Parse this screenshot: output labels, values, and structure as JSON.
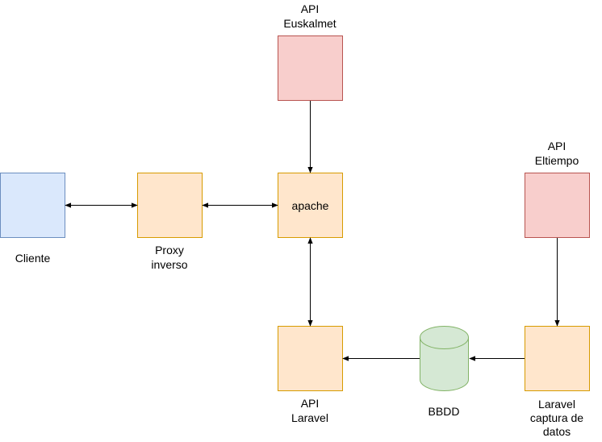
{
  "colors": {
    "blue_fill": "#dae8fc",
    "blue_stroke": "#6c8ebf",
    "orange_fill": "#ffe6cc",
    "orange_stroke": "#d79b00",
    "red_fill": "#f8cecc",
    "red_stroke": "#b85450",
    "green_fill": "#d5e8d4",
    "green_stroke": "#82b366",
    "edge": "#000000"
  },
  "nodes": {
    "cliente": {
      "label": "Cliente"
    },
    "proxy": {
      "label_lines": [
        "Proxy",
        "inverso"
      ]
    },
    "apache": {
      "label": "apache"
    },
    "api_euskalmet": {
      "label_lines": [
        "API",
        "Euskalmet"
      ]
    },
    "api_eltiempo": {
      "label_lines": [
        "API",
        "Eltiempo"
      ]
    },
    "api_laravel": {
      "label_lines": [
        "API",
        "Laravel"
      ]
    },
    "bbdd": {
      "label": "BBDD"
    },
    "laravel_captura": {
      "label_lines": [
        "Laravel",
        "captura de",
        "datos"
      ]
    }
  }
}
